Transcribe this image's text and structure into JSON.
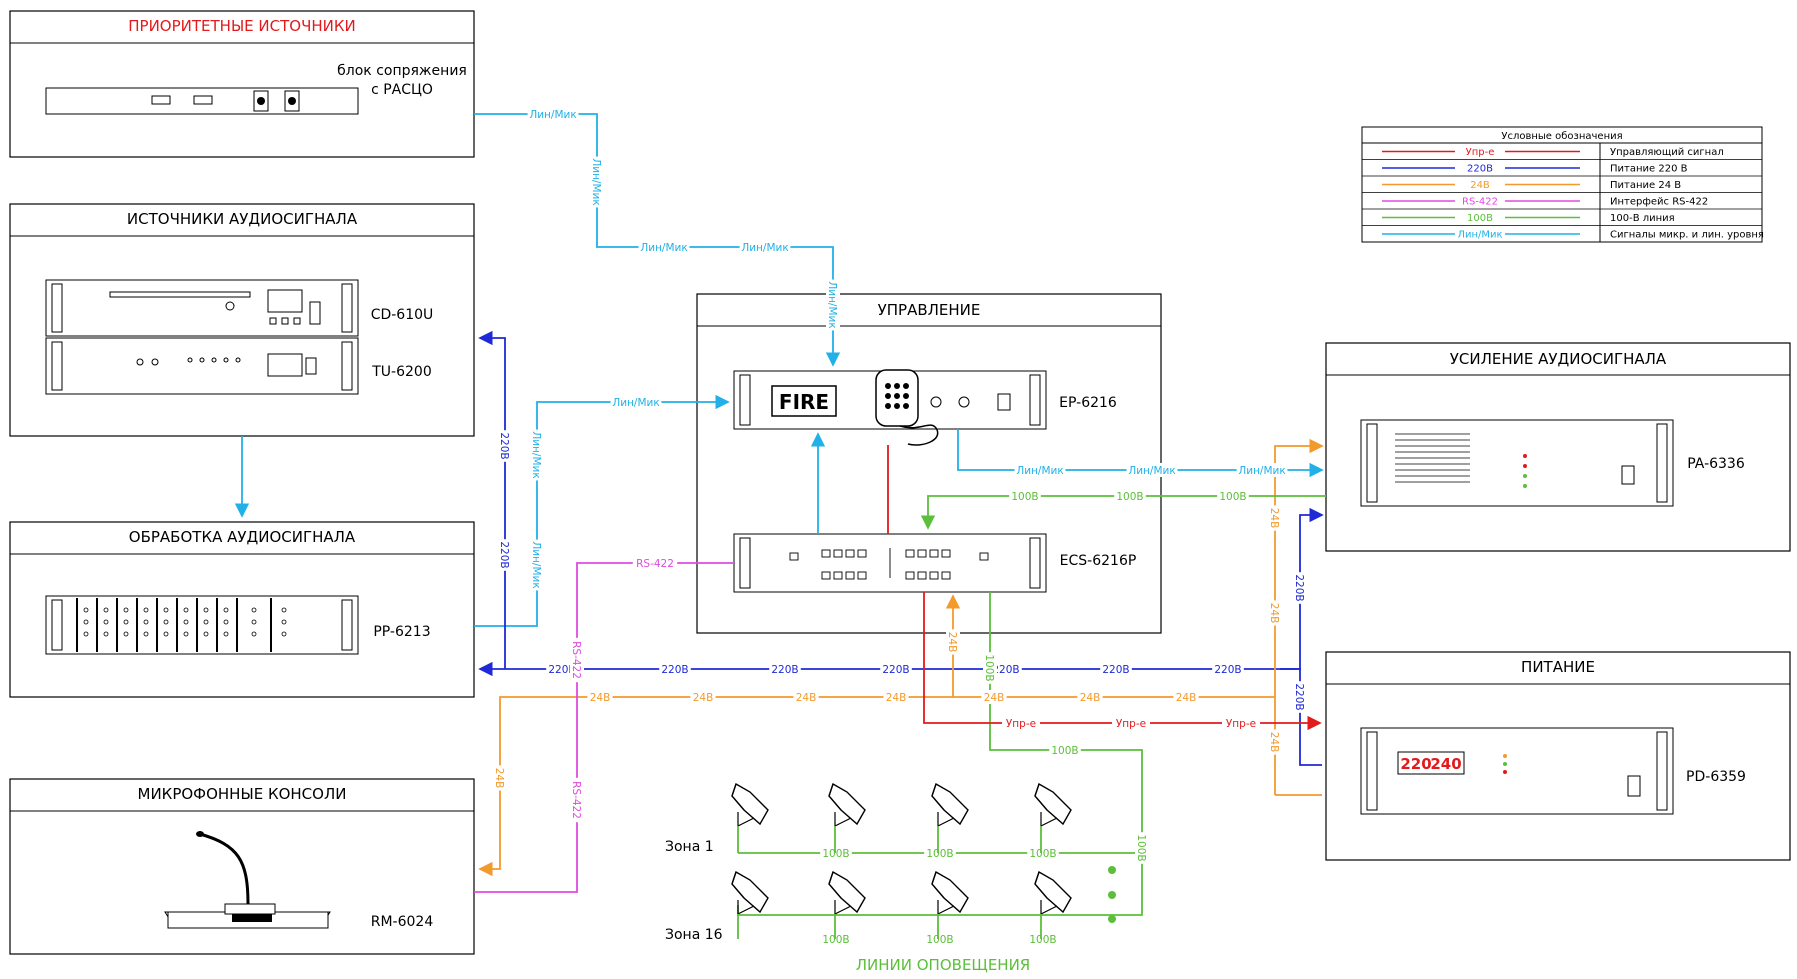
{
  "colors": {
    "control": "#e31a1c",
    "power220": "#1f2ad6",
    "power24": "#f39a2c",
    "rs422": "#e04ae0",
    "line100": "#5cbf3a",
    "audio": "#21b0e8"
  },
  "groups": {
    "priority": "ПРИОРИТЕТНЫЕ ИСТОЧНИКИ",
    "sources": "ИСТОЧНИКИ АУДИОСИГНАЛА",
    "processing": "ОБРАБОТКА АУДИОСИГНАЛА",
    "mic": "МИКРОФОННЫЕ КОНСОЛИ",
    "control": "УПРАВЛЕНИЕ",
    "amp": "УСИЛЕНИЕ АУДИОСИГНАЛА",
    "power": "ПИТАНИЕ"
  },
  "devices": {
    "interface_line1": "блок сопряжения",
    "interface_line2": "с РАСЦО",
    "cd": "CD-610U",
    "tuner": "TU-6200",
    "pp": "PP-6213",
    "rm": "RM-6024",
    "ep": "EP-6216",
    "ecs": "ECS-6216P",
    "pa": "PA-6336",
    "pd": "PD-6359",
    "fire": "FIRE",
    "pd_display_1": "220",
    "pd_display_2": "240"
  },
  "zones": {
    "zone1": "Зона 1",
    "zone16": "Зона 16",
    "lines_caption": "ЛИНИИ ОПОВЕЩЕНИЯ"
  },
  "wire_labels": {
    "audio": "Лин/Мик",
    "p220": "220В",
    "p24": "24В",
    "rs": "RS-422",
    "l100": "100В",
    "ctrl": "Упр-е"
  },
  "legend": {
    "title": "Условные обозначения",
    "rows": [
      {
        "code": "Упр-е",
        "desc": "Управляющий сигнал",
        "color": "#e31a1c"
      },
      {
        "code": "220В",
        "desc": "Питание 220 В",
        "color": "#1f2ad6"
      },
      {
        "code": "24В",
        "desc": "Питание 24 В",
        "color": "#f39a2c"
      },
      {
        "code": "RS-422",
        "desc": "Интерфейс RS-422",
        "color": "#e04ae0"
      },
      {
        "code": "100В",
        "desc": "100-В линия",
        "color": "#5cbf3a"
      },
      {
        "code": "Лин/Мик",
        "desc": "Сигналы микр. и лин. уровня",
        "color": "#21b0e8"
      }
    ]
  }
}
